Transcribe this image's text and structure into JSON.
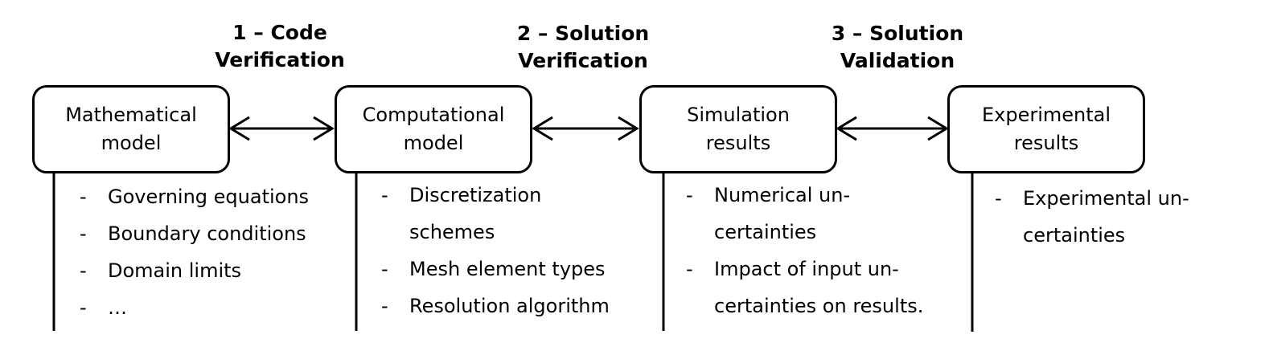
{
  "stages": [
    {
      "line1": "1 – Code",
      "line2": "Verification"
    },
    {
      "line1": "2 – Solution",
      "line2": "Verification"
    },
    {
      "line1": "3 – Solution",
      "line2": "Validation"
    }
  ],
  "boxes": [
    {
      "line1": "Mathematical",
      "line2": "model"
    },
    {
      "line1": "Computational",
      "line2": "model"
    },
    {
      "line1": "Simulation",
      "line2": "results"
    },
    {
      "line1": "Experimental",
      "line2": "results"
    }
  ],
  "lists": [
    {
      "items": [
        {
          "text": "Governing equations"
        },
        {
          "text": "Boundary conditions"
        },
        {
          "text": "Domain limits"
        },
        {
          "text": "…"
        }
      ]
    },
    {
      "items": [
        {
          "text": "Discretization",
          "cont": "schemes"
        },
        {
          "text": "Mesh element types"
        },
        {
          "text": "Resolution algorithm"
        }
      ]
    },
    {
      "items": [
        {
          "text": "Numerical un-",
          "cont": "certainties"
        },
        {
          "text": "Impact of input un-",
          "cont": "certainties on results."
        }
      ]
    },
    {
      "items": [
        {
          "text": "Experimental un-",
          "cont": "certainties"
        }
      ]
    }
  ],
  "bullet": "-"
}
